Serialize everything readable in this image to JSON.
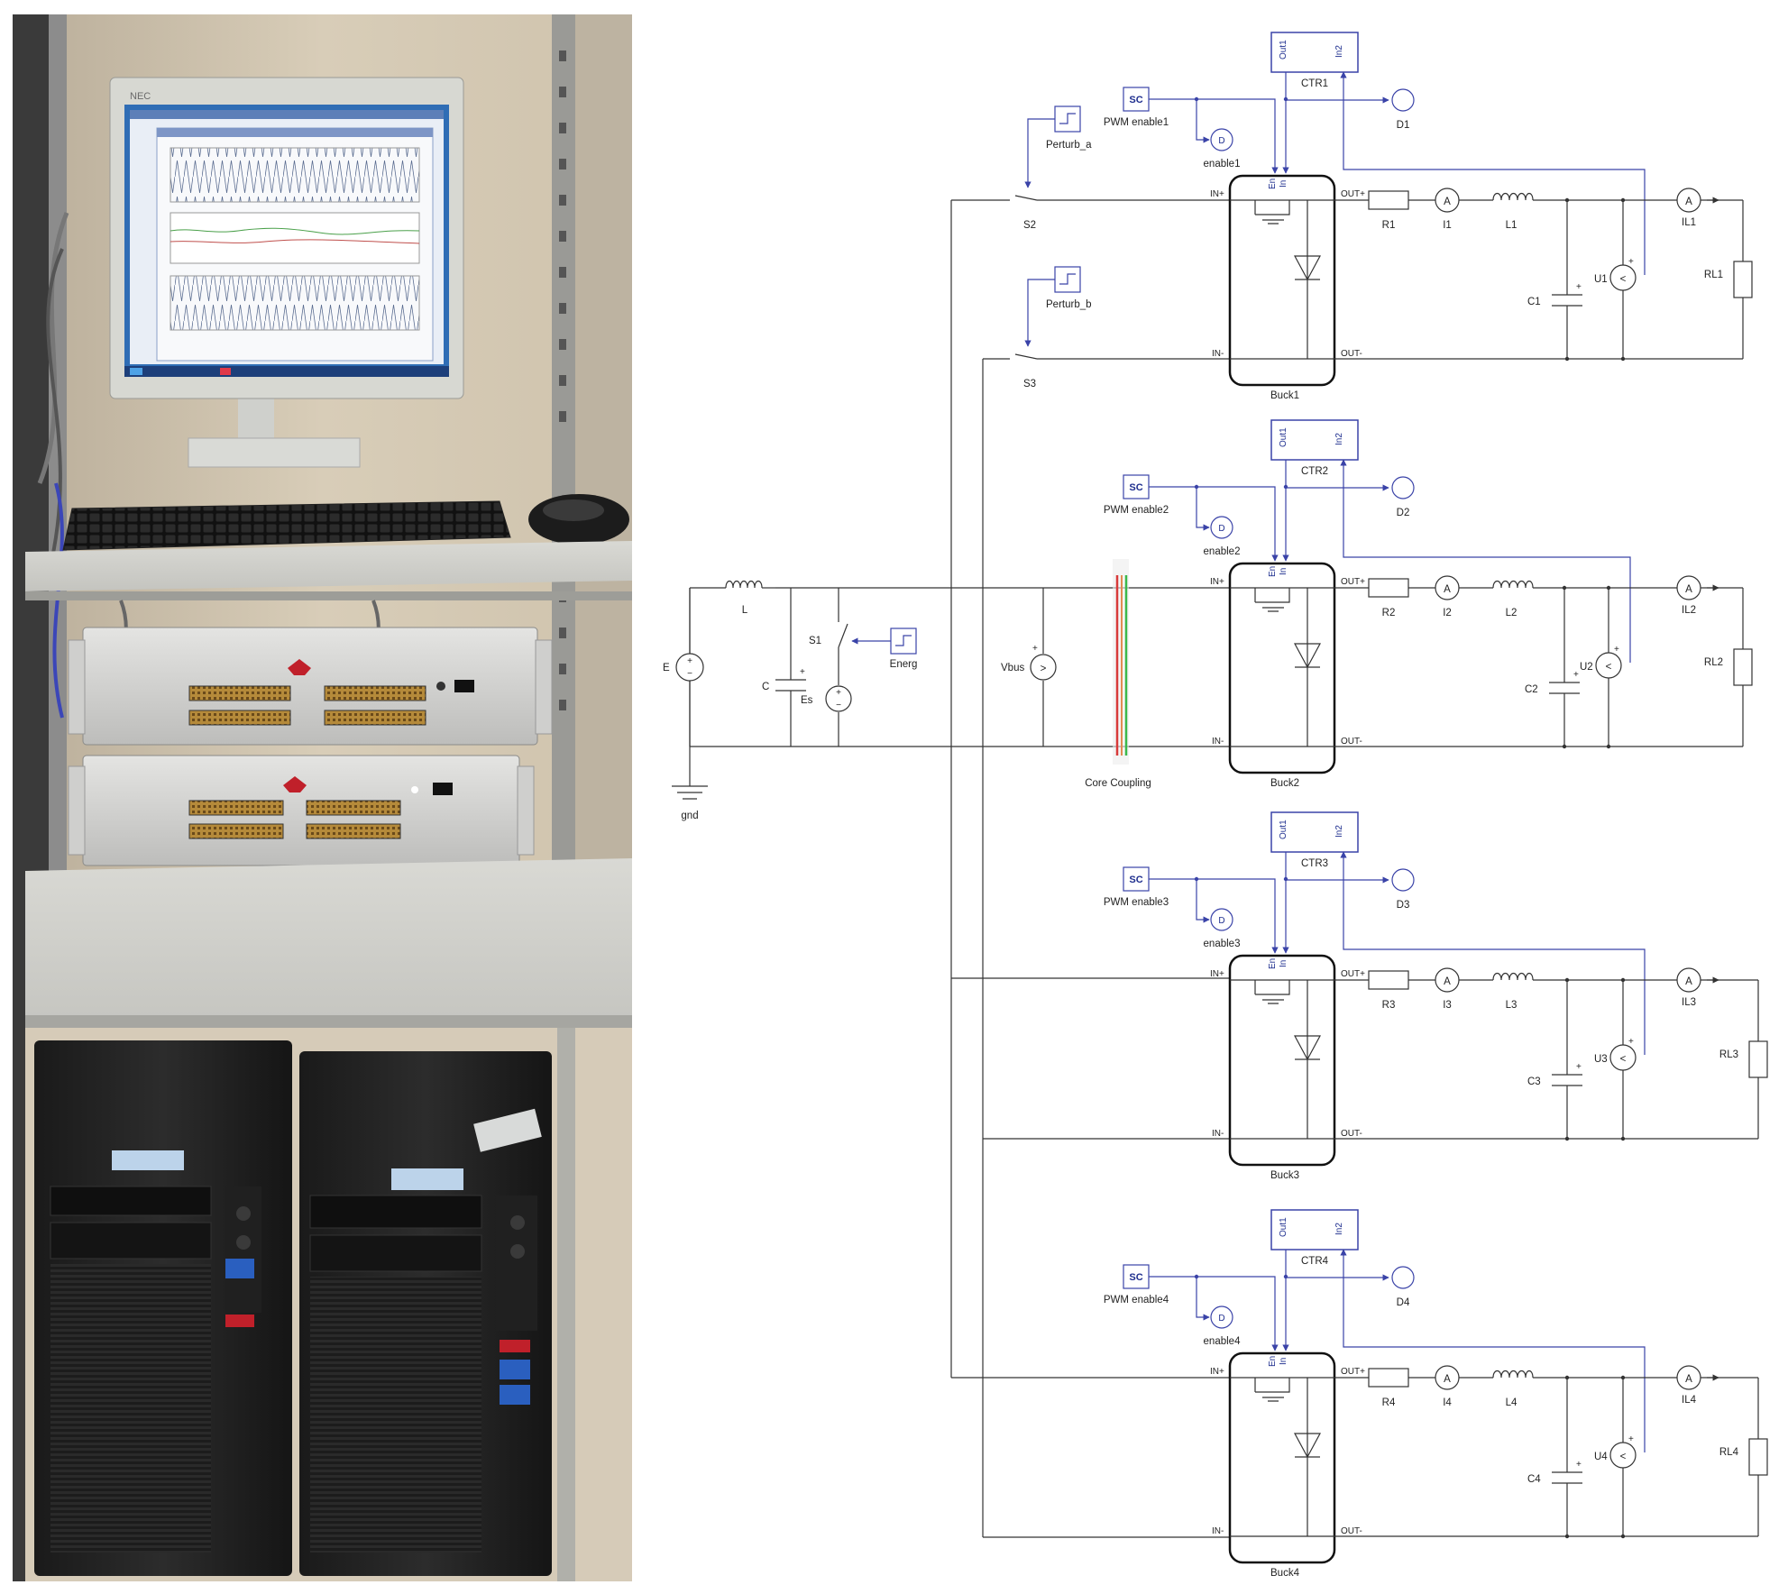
{
  "photo": {
    "monitor_brand": "NEC"
  },
  "schematic": {
    "source": {
      "E": "E",
      "gnd": "gnd",
      "L": "L",
      "C": "C",
      "S1": "S1",
      "Es": "Es",
      "Energ": "Energ",
      "Vbus": "Vbus",
      "core": "Core Coupling"
    },
    "perturb": [
      {
        "switch": "S2",
        "step": "Perturb_a"
      },
      {
        "switch": "S3",
        "step": "Perturb_b"
      }
    ],
    "port_labels": {
      "in_pos": "IN+",
      "in_neg": "IN-",
      "out_pos": "OUT+",
      "out_neg": "OUT-",
      "en": "En",
      "in": "In",
      "out1": "Out1",
      "in2": "In2",
      "sc": "SC",
      "ammeter": "A",
      "diag": "D",
      "volt": "<",
      "volt_v": ">",
      "plus": "+"
    },
    "channels": [
      {
        "buck": "Buck1",
        "ctr": "CTR1",
        "pwm": "PWM enable1",
        "enable": "enable1",
        "disp": "D1",
        "R": "R1",
        "I": "I1",
        "L": "L1",
        "C": "C1",
        "U": "U1",
        "IL": "IL1",
        "RL": "RL1"
      },
      {
        "buck": "Buck2",
        "ctr": "CTR2",
        "pwm": "PWM enable2",
        "enable": "enable2",
        "disp": "D2",
        "R": "R2",
        "I": "I2",
        "L": "L2",
        "C": "C2",
        "U": "U2",
        "IL": "IL2",
        "RL": "RL2"
      },
      {
        "buck": "Buck3",
        "ctr": "CTR3",
        "pwm": "PWM enable3",
        "enable": "enable3",
        "disp": "D3",
        "R": "R3",
        "I": "I3",
        "L": "L3",
        "C": "C3",
        "U": "U3",
        "IL": "IL3",
        "RL": "RL3"
      },
      {
        "buck": "Buck4",
        "ctr": "CTR4",
        "pwm": "PWM enable4",
        "enable": "enable4",
        "disp": "D4",
        "R": "R4",
        "I": "I4",
        "L": "L4",
        "C": "C4",
        "U": "U4",
        "IL": "IL4",
        "RL": "RL4"
      }
    ]
  }
}
